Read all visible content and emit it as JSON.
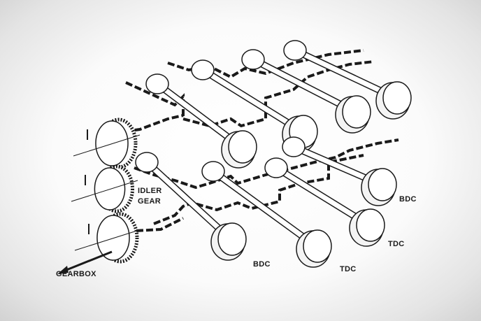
{
  "diagram": {
    "labels": {
      "idler_gear_line1": "IDLER",
      "idler_gear_line2": "GEAR",
      "gearbox": "GEARBOX",
      "bdc_front": "BDC",
      "tdc_front": "TDC",
      "tdc_right": "TDC",
      "bdc_right": "BDC"
    },
    "colors": {
      "ink": "#1a1a1a",
      "paper": "#ffffff",
      "background": "#e9e9e9"
    }
  }
}
